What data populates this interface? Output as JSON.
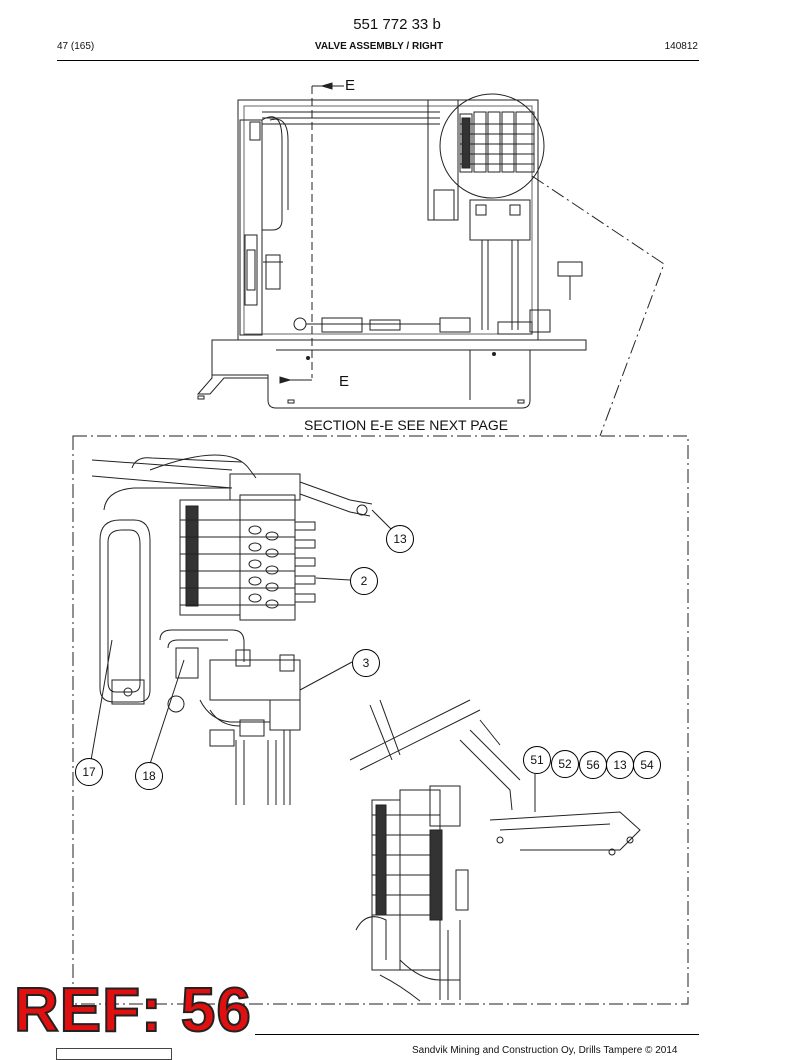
{
  "header": {
    "doc_number": "551 772 33 b",
    "page": "47 (165)",
    "title": "VALVE ASSEMBLY / RIGHT",
    "date": "140812"
  },
  "section": {
    "marker_top": "E",
    "marker_bottom": "E",
    "caption": "SECTION E-E SEE NEXT PAGE"
  },
  "callouts": {
    "c13": "13",
    "c2": "2",
    "c3": "3",
    "c17": "17",
    "c18": "18",
    "group": [
      "51",
      "52",
      "56",
      "13",
      "54"
    ]
  },
  "stamp": {
    "text": "REF: 56",
    "color": "#e01010"
  },
  "footer": {
    "text": "Sandvik Mining and Construction Oy, Drills Tampere © 2014"
  }
}
